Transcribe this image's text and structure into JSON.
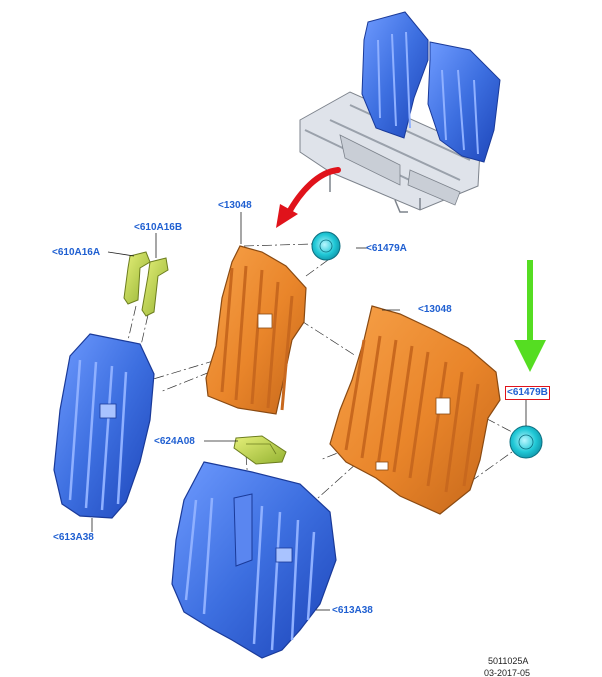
{
  "callouts": {
    "c13048_a": "<13048",
    "c610A16B": "<610A16B",
    "c610A16A": "<610A16A",
    "c61479A": "<61479A",
    "c13048_b": "<13048",
    "c61479B": "<61479B",
    "c624A08": "<624A08",
    "c613A38_left": "<613A38",
    "c613A38_bottom": "<613A38"
  },
  "reference": {
    "diagram_id": "5011025A",
    "date": "03-2017-05"
  },
  "colors": {
    "callout_text": "#1f5fd1",
    "highlight_box": "#e0131b",
    "red_arrow": "#e0131b",
    "green_arrow": "#55dd22",
    "orange_panel": "#e9852a",
    "blue_cover": "#3d6fe0",
    "clip": "#20c8d6",
    "bracket": "#b8d24a",
    "frame_gray": "#c9ced6"
  },
  "icons": {
    "red_arrow": "curved-arrow-icon",
    "green_arrow": "down-arrow-icon"
  }
}
